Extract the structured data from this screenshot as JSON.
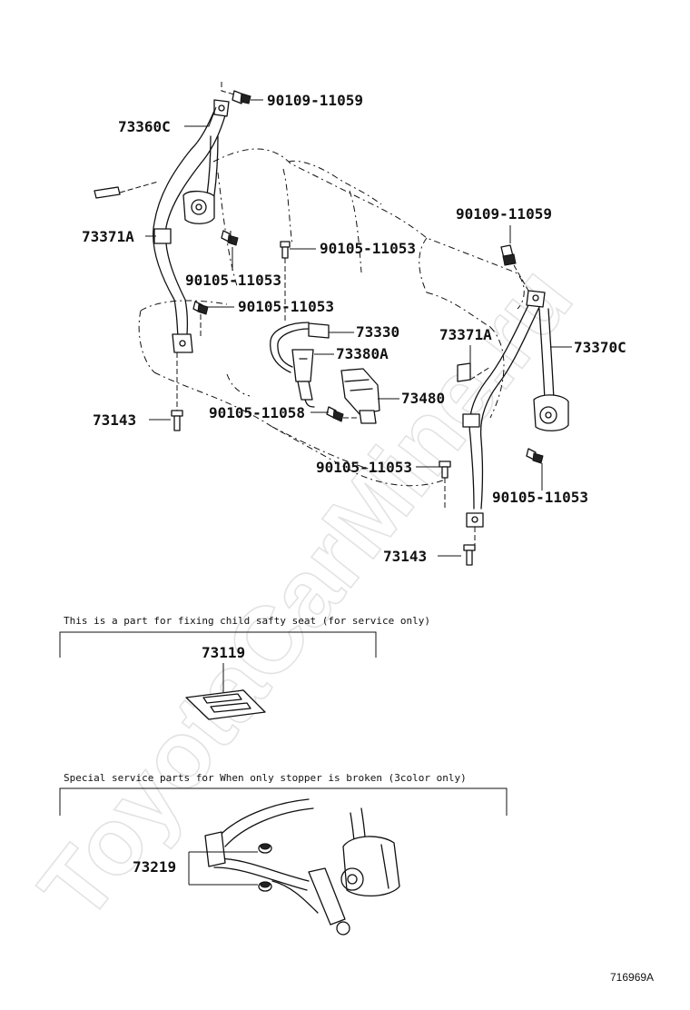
{
  "watermark": "ToyotaCarMine.ru",
  "labels": {
    "l_90109_top": "90109-11059",
    "l_73360C": "73360C",
    "l_73371A_left": "73371A",
    "l_90105_a": "90105-11053",
    "l_90105_b": "90105-11053",
    "l_90105_c": "90105-11053",
    "l_73143_left": "73143",
    "l_90109_right": "90109-11059",
    "l_73330": "73330",
    "l_73380A": "73380A",
    "l_73371A_right": "73371A",
    "l_73370C": "73370C",
    "l_73480": "73480",
    "l_90105_11058": "90105-11058",
    "l_90105_d": "90105-11053",
    "l_90105_e": "90105-11053",
    "l_73143_right": "73143",
    "l_73119": "73119",
    "l_73219": "73219"
  },
  "notes": {
    "child_seat": "This is a part for fixing child safty seat (for service only)",
    "stopper": "Special service parts for When only stopper is broken (3color only)"
  },
  "figure_id": "716969A"
}
